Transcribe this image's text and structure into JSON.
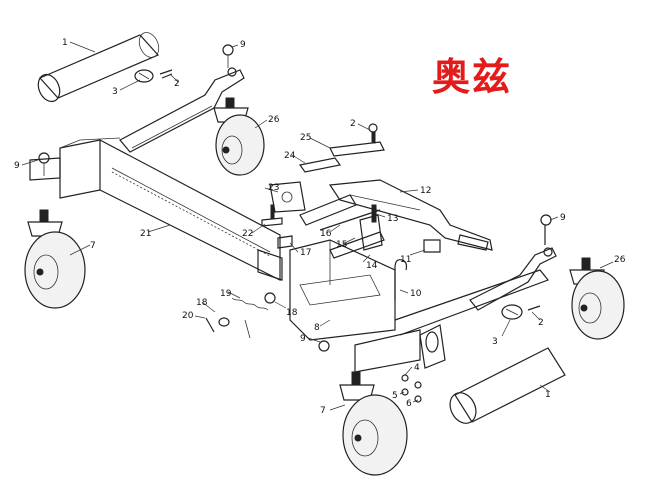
{
  "brand": {
    "text": "奥兹",
    "color": "#e31b1b"
  },
  "callouts": [
    {
      "id": "c1a",
      "text": "1"
    },
    {
      "id": "c1b",
      "text": "1"
    },
    {
      "id": "c2a",
      "text": "2"
    },
    {
      "id": "c2b",
      "text": "2"
    },
    {
      "id": "c2c",
      "text": "2"
    },
    {
      "id": "c3a",
      "text": "3"
    },
    {
      "id": "c3b",
      "text": "3"
    },
    {
      "id": "c4",
      "text": "4"
    },
    {
      "id": "c5",
      "text": "5"
    },
    {
      "id": "c6",
      "text": "6"
    },
    {
      "id": "c7a",
      "text": "7"
    },
    {
      "id": "c7b",
      "text": "7"
    },
    {
      "id": "c8",
      "text": "8"
    },
    {
      "id": "c9a",
      "text": "9"
    },
    {
      "id": "c9b",
      "text": "9"
    },
    {
      "id": "c9c",
      "text": "9"
    },
    {
      "id": "c9d",
      "text": "9"
    },
    {
      "id": "c10",
      "text": "10"
    },
    {
      "id": "c11",
      "text": "11"
    },
    {
      "id": "c12",
      "text": "12"
    },
    {
      "id": "c13",
      "text": "13"
    },
    {
      "id": "c14",
      "text": "14"
    },
    {
      "id": "c15",
      "text": "15"
    },
    {
      "id": "c16",
      "text": "16"
    },
    {
      "id": "c17",
      "text": "17"
    },
    {
      "id": "c18a",
      "text": "18"
    },
    {
      "id": "c18b",
      "text": "18"
    },
    {
      "id": "c19",
      "text": "19"
    },
    {
      "id": "c20",
      "text": "20"
    },
    {
      "id": "c21",
      "text": "21"
    },
    {
      "id": "c22",
      "text": "22"
    },
    {
      "id": "c23",
      "text": "23"
    },
    {
      "id": "c24",
      "text": "24"
    },
    {
      "id": "c25",
      "text": "25"
    },
    {
      "id": "c26a",
      "text": "26"
    },
    {
      "id": "c26b",
      "text": "26"
    }
  ]
}
